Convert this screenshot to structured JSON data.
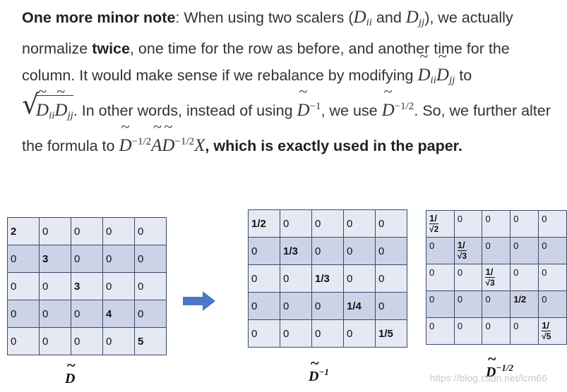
{
  "paragraph": {
    "lead_bold": "One more minor note",
    "t1": ": When using two scalers (",
    "t2": " and ",
    "t3": "), we actually normalize ",
    "twice": "twice",
    "t4": ", one time for the row as before, and another time for the column. It would make sense if we rebalance by modifying ",
    "t5": " to",
    "t6": ". In other words, instead of using ",
    "t7": ", we use ",
    "t8": ". So, we further alter the formula to ",
    "t9_bold": ", which is exactly used in the paper."
  },
  "math": {
    "D": "D",
    "ii": "ii",
    "jj": "jj",
    "A": "A",
    "X": "X",
    "exp_neg1": "−1",
    "exp_neg_half": "−1/2"
  },
  "matrix_d": {
    "rows": [
      [
        "2",
        "0",
        "0",
        "0",
        "0"
      ],
      [
        "0",
        "3",
        "0",
        "0",
        "0"
      ],
      [
        "0",
        "0",
        "3",
        "0",
        "0"
      ],
      [
        "0",
        "0",
        "0",
        "4",
        "0"
      ],
      [
        "0",
        "0",
        "0",
        "0",
        "5"
      ]
    ]
  },
  "matrix_dinv": {
    "rows": [
      [
        "1/2",
        "0",
        "0",
        "0",
        "0"
      ],
      [
        "0",
        "1/3",
        "0",
        "0",
        "0"
      ],
      [
        "0",
        "0",
        "1/3",
        "0",
        "0"
      ],
      [
        "0",
        "0",
        "0",
        "1/4",
        "0"
      ],
      [
        "0",
        "0",
        "0",
        "0",
        "1/5"
      ]
    ]
  },
  "matrix_dhalf": {
    "rows": [
      [
        "1/√2",
        "0",
        "0",
        "0",
        "0"
      ],
      [
        "0",
        "1/√3",
        "0",
        "0",
        "0"
      ],
      [
        "0",
        "0",
        "1/√3",
        "0",
        "0"
      ],
      [
        "0",
        "0",
        "0",
        "1/2",
        "0"
      ],
      [
        "0",
        "0",
        "0",
        "0",
        "1/√5"
      ]
    ],
    "one_slash": "1/",
    "sqrt2": "√2",
    "sqrt3": "√3",
    "sqrt5": "√5"
  },
  "labels": {
    "d": "D",
    "dinv_exp": "−1",
    "dhalf_exp": "−1/2"
  },
  "watermark": "https://blog.csdn.net/lcm66",
  "colors": {
    "row_shade": "#cdd3e6",
    "row_light": "#e6e9f3",
    "arrow": "#4a78c4"
  }
}
